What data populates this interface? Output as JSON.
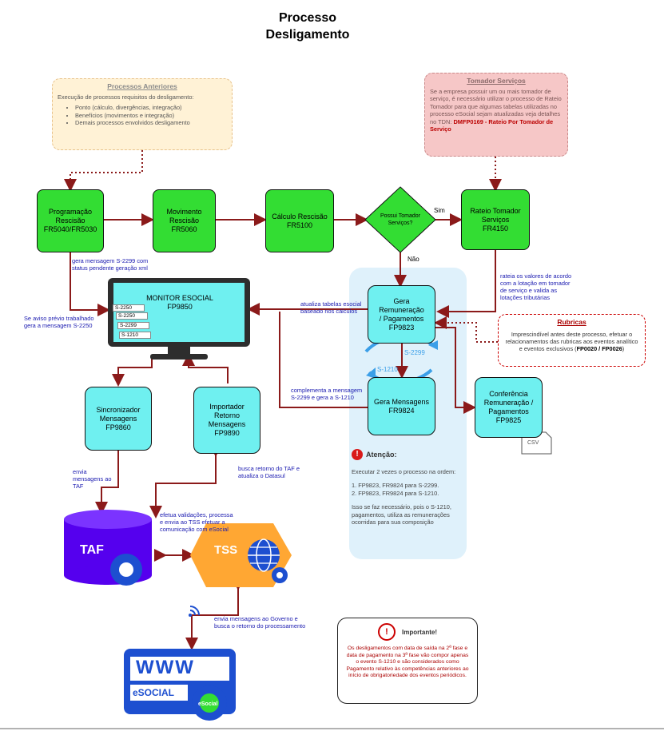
{
  "title_line1": "Processo",
  "title_line2": "Desligamento",
  "processos_anteriores": {
    "title": "Processos Anteriores",
    "intro": "Execução de processos requisitos do desligamento:",
    "items": [
      "Ponto (cálculo, divergências, integração)",
      "Benefícios (movimentos e integração)",
      "Demais processos envolvidos desligamento"
    ]
  },
  "tomador_servicos": {
    "title": "Tomador Serviços",
    "text": "Se a empresa possuir um ou mais tomador de serviço, é necessário utilizar o processo de Rateio Tomador para que algumas tabelas utilizadas no processo eSocial sejam atualizadas veja detalhes no TDN:",
    "highlight": "DMFP0169 - Rateio Por Tomador de Serviço"
  },
  "rubricas": {
    "title": "Rubricas",
    "text_pre": "Imprescindível antes deste processo, efetuar o relacionamentos das rubricas aos eventos analítico e eventos exclusivos (",
    "text_bold": "FP0020 / FP0026",
    "text_post": ")"
  },
  "nodes": {
    "programacao": {
      "l1": "Programação",
      "l2": "Rescisão",
      "l3": "FR5040/FR5030"
    },
    "movimento": {
      "l1": "Movimento",
      "l2": "Rescisão",
      "l3": "FR5060"
    },
    "calculo": {
      "l1": "Cálculo Rescisão",
      "l2": "FR5100"
    },
    "decision": {
      "l1": "Possui Tomador",
      "l2": "Serviços?"
    },
    "rateio": {
      "l1": "Rateio Tomador",
      "l2": "Serviços",
      "l3": "FR4150"
    },
    "gera_remun": {
      "l1": "Gera Remuneração",
      "l2": "/ Pagamentos",
      "l3": "FP9823"
    },
    "gera_msg": {
      "l1": "Gera Mensagens",
      "l2": "FR9824"
    },
    "conferencia": {
      "l1": "Conferência",
      "l2": "Remuneração /",
      "l3": "Pagamentos",
      "l4": "FP9825"
    },
    "monitor": {
      "l1": "MONITOR ESOCIAL",
      "l2": "FP9850"
    },
    "sincronizador": {
      "l1": "Sincronizador",
      "l2": "Mensagens",
      "l3": "FP9860"
    },
    "importador": {
      "l1": "Importador",
      "l2": "Retorno",
      "l3": "Mensagens",
      "l4": "FP9890"
    }
  },
  "labels": {
    "sim": "Sim",
    "nao": "Não",
    "s2299": "S-2299",
    "s1210": "S-1210",
    "csv": "CSV",
    "taf": "TAF",
    "tss": "TSS",
    "www": "WWW",
    "esocial": "eSOCIAL",
    "esocial_small": "eSocial",
    "doc_tags": [
      "S-2250",
      "S-2250",
      "S-2299",
      "S-1210"
    ]
  },
  "notes": {
    "gera_msg_2299": "gera mensagem S-2299 com status pendente geração xml",
    "aviso_previo": "Se aviso prévio trabalhado gera a mensagem S-2250",
    "atualiza_tabelas": "atualiza tabelas esocial baseado nos cálculos",
    "rateia": "rateia os valores de acordo com a lotação em tomador de serviço e valida as lotações tributárias",
    "complementa": "complementa a mensagem S-2299 e gera a S-1210",
    "envia_taf": "envia mensagens ao TAF",
    "busca_retorno": "busca retorno do  TAF e atualiza o Datasul",
    "efetua": "efetua validações, processa e envia ao TSS efetuar a comunicação com eSocial",
    "envia_governo": "envia mensagens ao Governo e busca o retorno do processamento"
  },
  "atencao": {
    "title": "Atenção:",
    "p1": "Executar 2 vezes o processo na ordem:",
    "i1": "1. FP9823, FR9824 para S-2299.",
    "i2": "2. FP9823, FR9824 para S-1210.",
    "p2": "Isso se faz necessário, pois o S-1210, pagamentos, utiliza as remunerações ocorridas para sua composição"
  },
  "importante": {
    "title": "Importante!",
    "text": "Os desligamentos com data de saída na 2ª fase e data de pagamento na 3ª fase vão compor apenas o evento S-1210 e são considerados como Pagamento relativo às competências anteriores ao início de obrigatoriedade dos eventos periódicos."
  },
  "colors": {
    "green": "#33dd33",
    "cyan": "#6ff0f0",
    "arrow": "#8b1a1a",
    "note_blue": "#1a1ab0",
    "taf_purple": "#5500ee",
    "tss_orange": "#ffa733",
    "esocial_blue": "#1d4fd0"
  }
}
